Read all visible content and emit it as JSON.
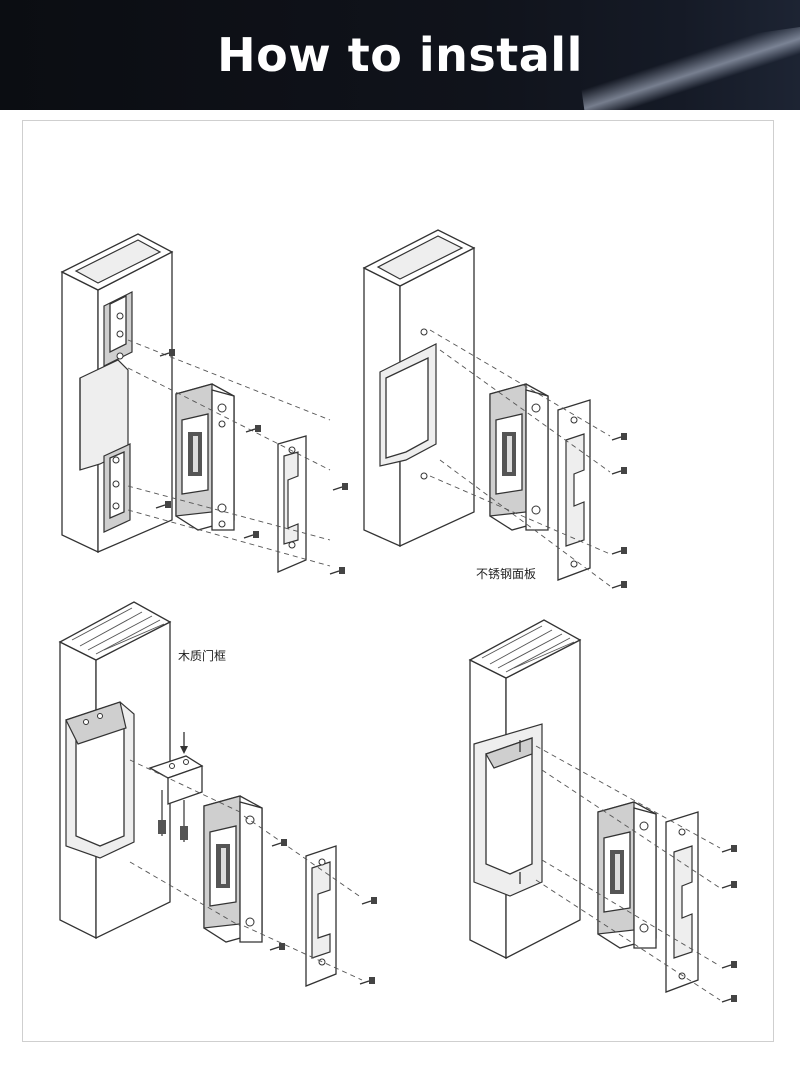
{
  "header": {
    "title": "How to install"
  },
  "diagrams": {
    "steel_plate_label": "不锈钢面板",
    "wood_frame_label": "木质门框"
  }
}
